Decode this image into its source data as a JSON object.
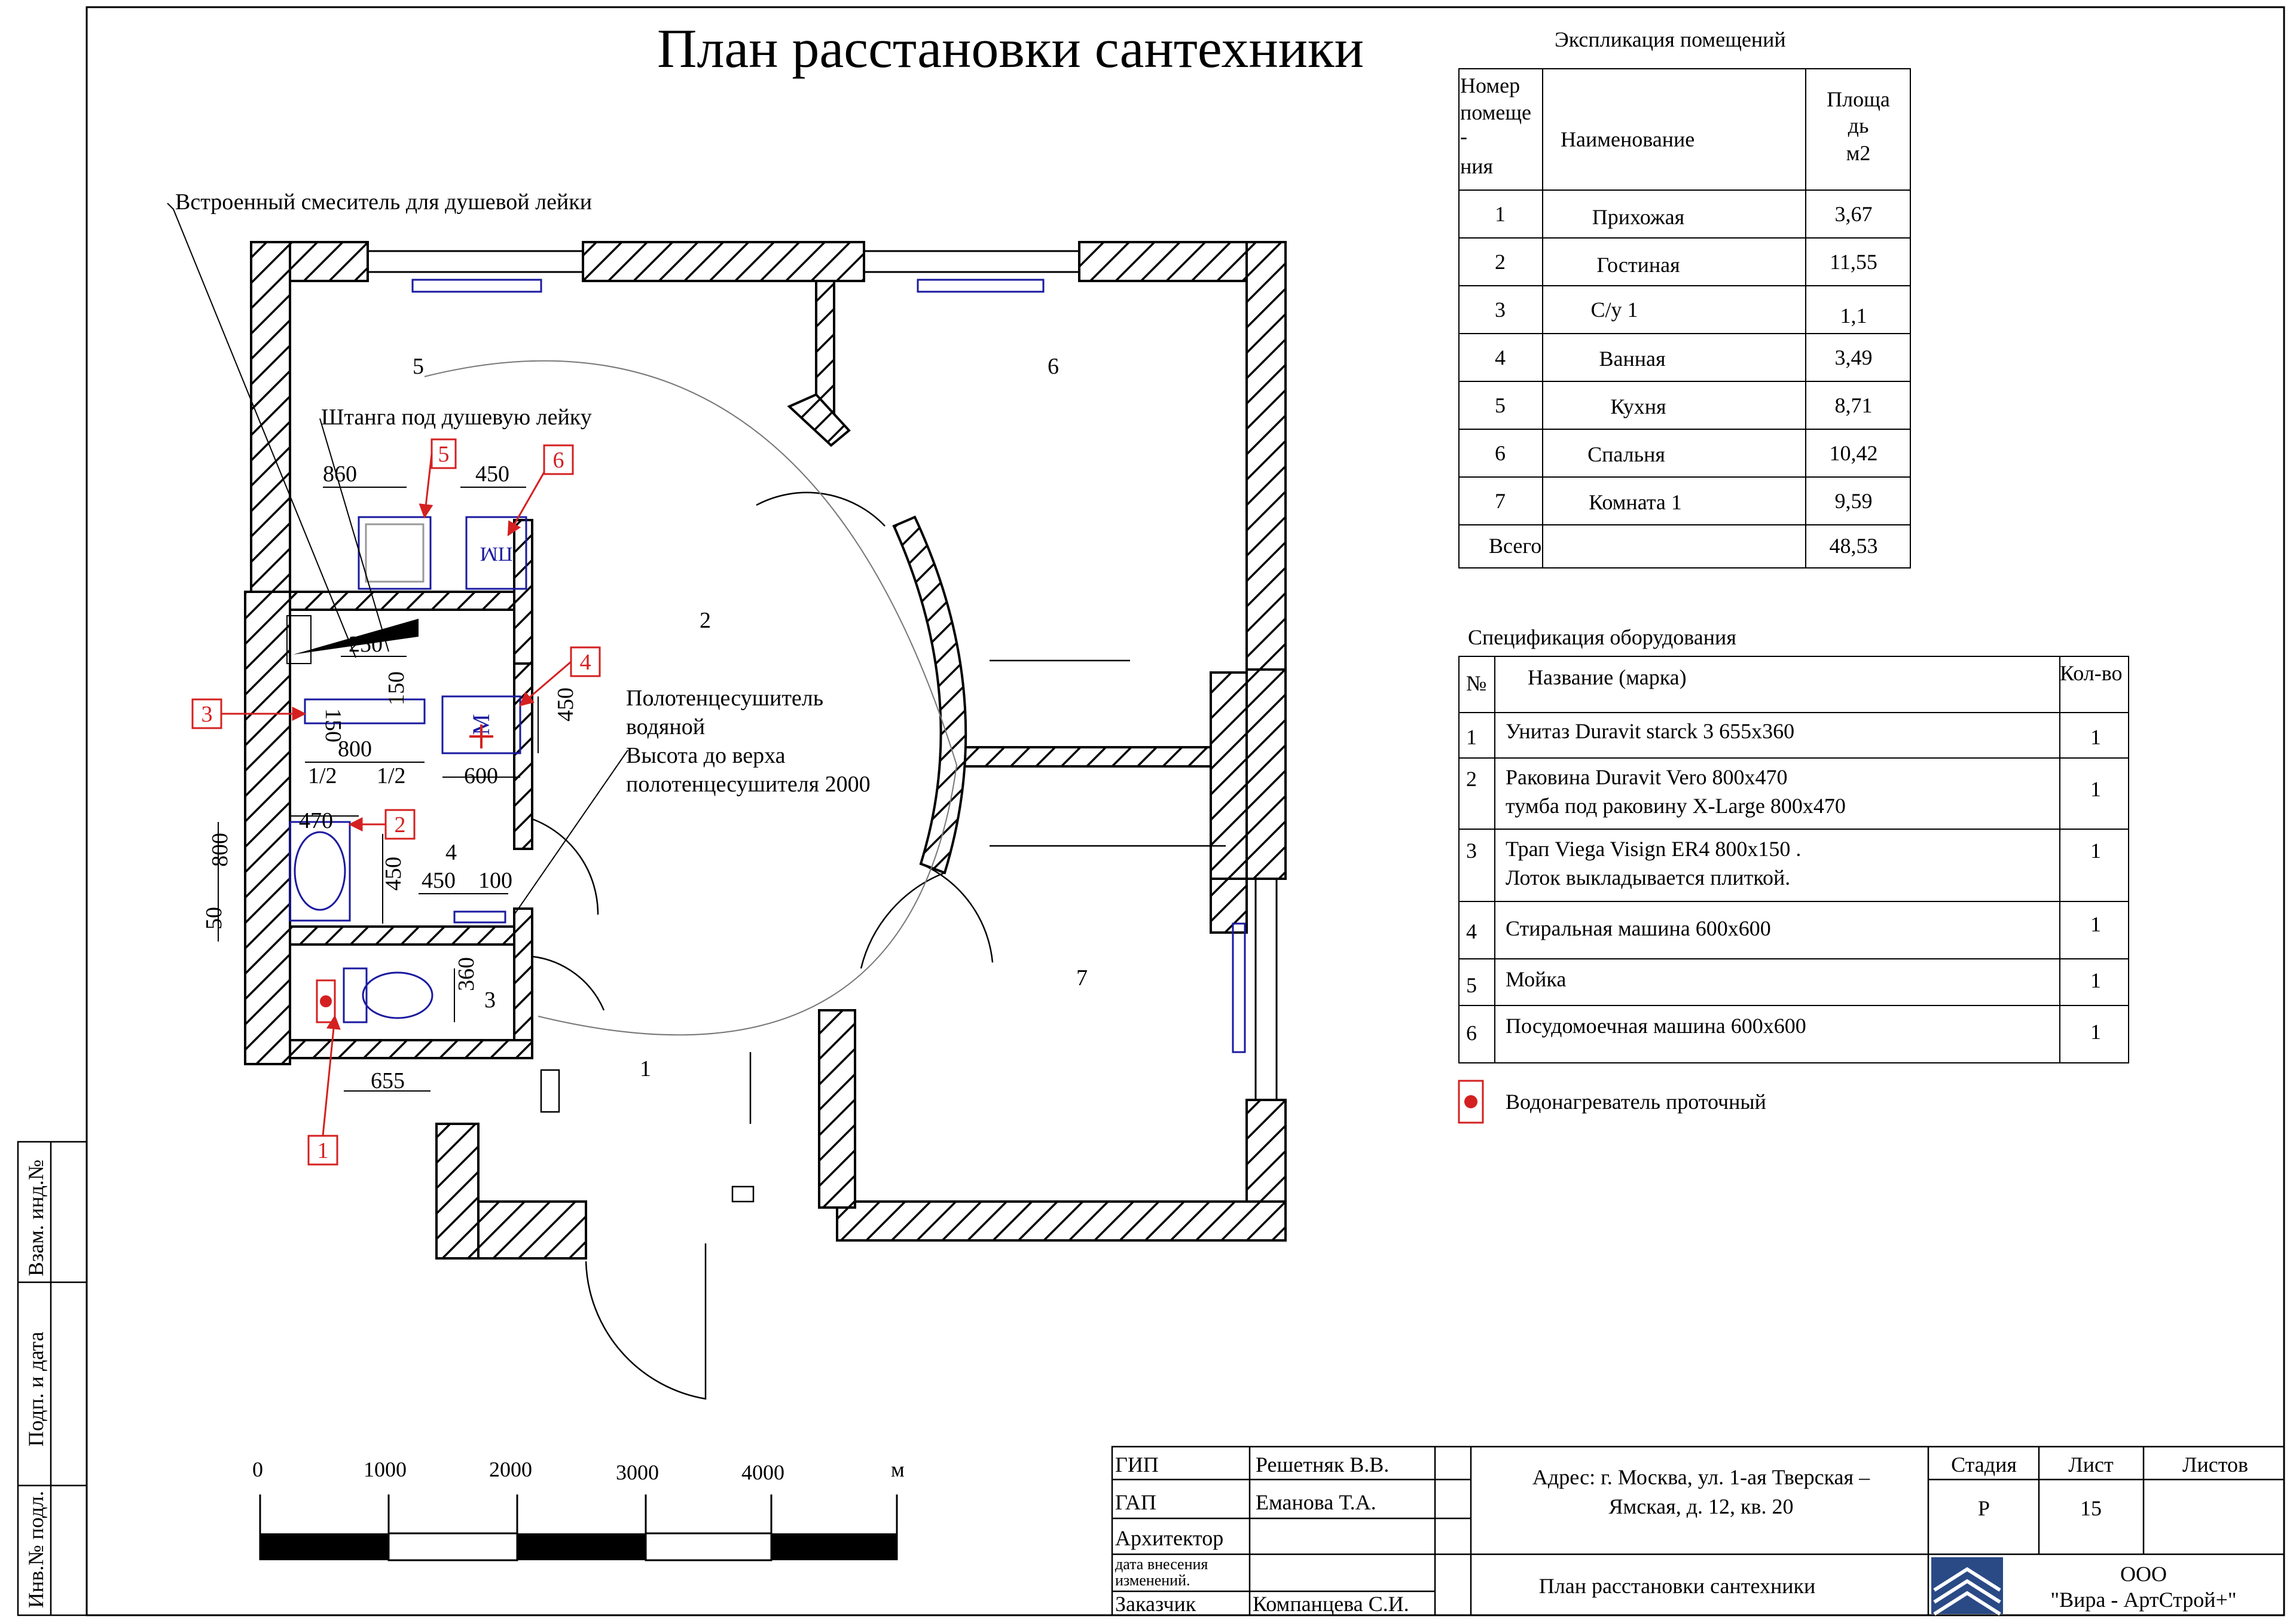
{
  "title": "План расстановки сантехники",
  "annotations": {
    "mixer": "Встроенный смеситель для душевой лейки",
    "shower_bar": "Штанга под душевую лейку",
    "towel_1": "Полотенцесушитель",
    "towel_2": "водяной",
    "towel_3": "Высота до верха",
    "towel_4": "полотенцесушителя 2000"
  },
  "rooms_on_plan": [
    "1",
    "2",
    "3",
    "4",
    "5",
    "6",
    "7"
  ],
  "dimensions": {
    "d860": "860",
    "d450a": "450",
    "d250": "250",
    "d150a": "150",
    "d150b": "150",
    "d800a": "800",
    "half1": "1/2",
    "half2": "1/2",
    "d600": "600",
    "d450b": "450",
    "d470": "470",
    "d800b": "800",
    "d450c": "450",
    "d50": "50",
    "d450d": "450",
    "d100": "100",
    "d360": "360",
    "d655": "655"
  },
  "equip_markers": [
    "1",
    "2",
    "3",
    "4",
    "5",
    "6"
  ],
  "appliance_labels": {
    "dishwasher": "ПМ",
    "washer": "М"
  },
  "explication": {
    "title": "Экспликация  помещений",
    "header": {
      "num_1": "Номер",
      "num_2": "помеще",
      "num_3": "-",
      "num_4": "ния",
      "name": "Наименование",
      "area_1": "Площа",
      "area_2": "дь",
      "area_3": "м2"
    },
    "rows": [
      {
        "n": "1",
        "name": "Прихожая",
        "area": "3,67"
      },
      {
        "n": "2",
        "name": "Гостиная",
        "area": "11,55"
      },
      {
        "n": "3",
        "name": "С/у 1",
        "area": "1,1"
      },
      {
        "n": "4",
        "name": "Ванная",
        "area": "3,49"
      },
      {
        "n": "5",
        "name": "Кухня",
        "area": "8,71"
      },
      {
        "n": "6",
        "name": "Спальня",
        "area": "10,42"
      },
      {
        "n": "7",
        "name": "Комната 1",
        "area": "9,59"
      }
    ],
    "total_label": "Всего",
    "total_area": "48,53"
  },
  "specification": {
    "title": "Спецификация оборудования",
    "header": {
      "num": "№",
      "name": "Название (марка)",
      "qty": "Кол-во"
    },
    "rows": [
      {
        "n": "1",
        "l1": "Унитаз Duravit starck 3 655x360",
        "l2": "",
        "qty": "1"
      },
      {
        "n": "2",
        "l1": "Раковина Duravit Vero 800x470",
        "l2": "тумба под раковину X-Large 800x470",
        "qty": "1"
      },
      {
        "n": "3",
        "l1": "Трап Viega Visign ER4 800x150 .",
        "l2": "Лоток выкладывается плиткой.",
        "qty": "1"
      },
      {
        "n": "4",
        "l1": "Стиральная машина 600x600",
        "l2": "",
        "qty": "1"
      },
      {
        "n": "5",
        "l1": "Мойка",
        "l2": "",
        "qty": "1"
      },
      {
        "n": "6",
        "l1": "Посудомоечная машина 600x600",
        "l2": "",
        "qty": "1"
      }
    ]
  },
  "legend": {
    "heater": "Водонагреватель проточный"
  },
  "scale_bar": {
    "ticks": [
      "0",
      "1000",
      "2000",
      "3000",
      "4000"
    ],
    "unit": "м"
  },
  "side_stamp": [
    "Взам. инд.№",
    "Подп. и дата",
    "Инв.№ подл."
  ],
  "title_block": {
    "gip_role": "ГИП",
    "gip_name": "Решетняк В.В.",
    "gap_role": "ГАП",
    "gap_name": "Еманова Т.А.",
    "arch_role": "Архитектор",
    "changes_1": "дата  внесения",
    "changes_2": "изменений.",
    "client_role": "Заказчик",
    "client_name": "Компанцева С.И.",
    "address_1": "Адрес: г. Москва, ул. 1-ая Тверская –",
    "address_2": "Ямская, д. 12, кв. 20",
    "stage_h": "Стадия",
    "sheet_h": "Лист",
    "sheets_h": "Листов",
    "stage": "Р",
    "sheet": "15",
    "drawing_name": "План расстановки сантехники",
    "company_1": "ООО",
    "company_2": "\"Вира - АртСтрой+\""
  },
  "colors": {
    "fixture": "#1a1aa0",
    "marker": "#d42020",
    "hatch": "#000000"
  }
}
